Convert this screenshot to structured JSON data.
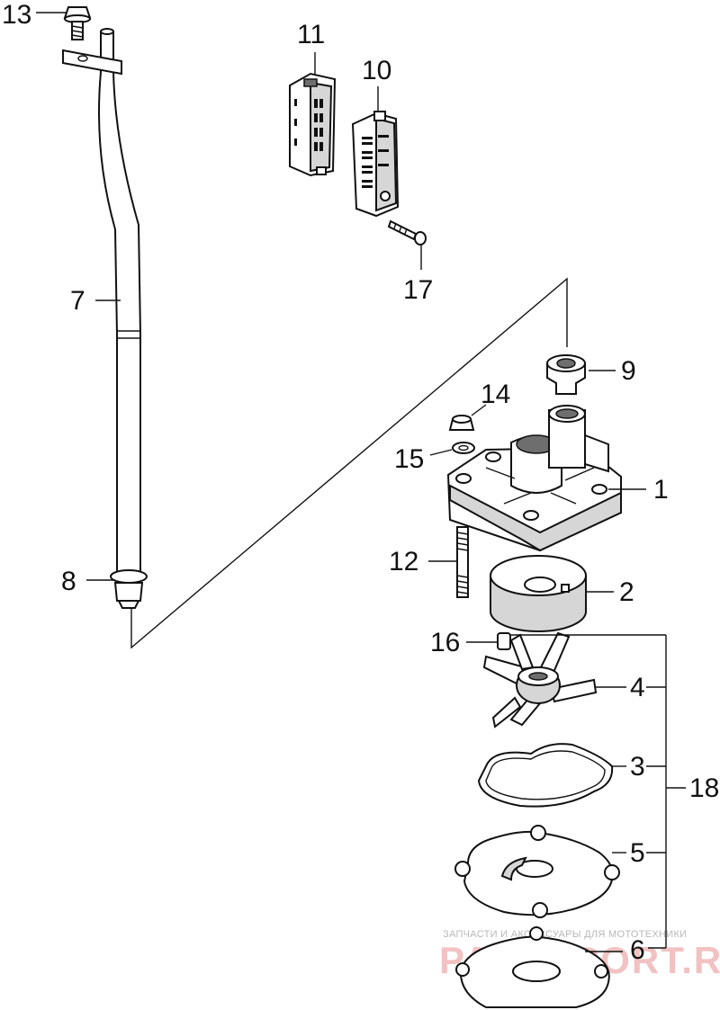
{
  "diagram": {
    "callouts": {
      "c1": "1",
      "c2": "2",
      "c3": "3",
      "c4": "4",
      "c5": "5",
      "c6": "6",
      "c7": "7",
      "c8": "8",
      "c9": "9",
      "c10": "10",
      "c11": "11",
      "c12": "12",
      "c13": "13",
      "c14": "14",
      "c15": "15",
      "c16": "16",
      "c17": "17",
      "c18": "18"
    },
    "watermark": {
      "tagline": "ЗАПЧАСТИ И АКСЕССУАРЫ ДЛЯ МОТОТЕХНИКИ",
      "brand": "PARTSPORT.RU",
      "color": "#f2c2c2"
    }
  }
}
